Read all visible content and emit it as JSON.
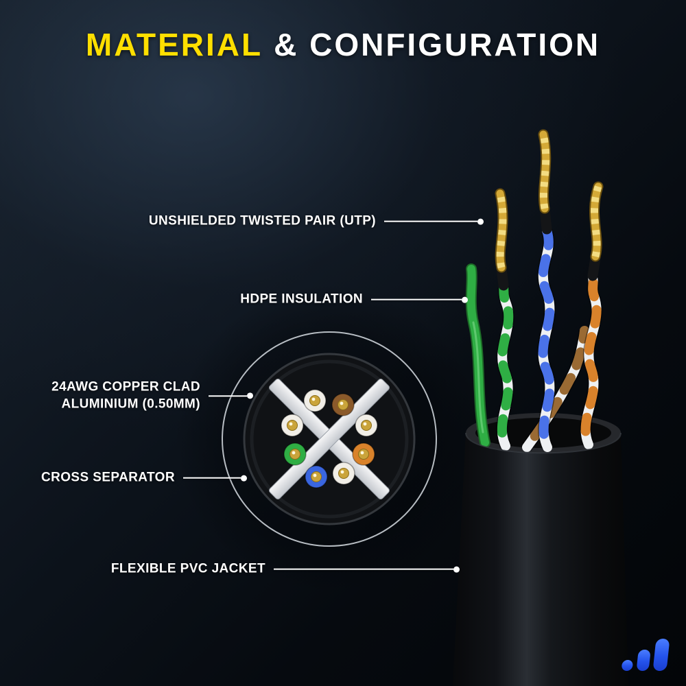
{
  "title": {
    "highlight": "MATERIAL",
    "rest": "& CONFIGURATION"
  },
  "callouts": [
    {
      "label": "UNSHIELDED TWISTED PAIR (UTP)"
    },
    {
      "label": "HDPE INSULATION"
    },
    {
      "label_line1": "24AWG COPPER CLAD",
      "label_line2": "ALUMINIUM (0.50MM)"
    },
    {
      "label": "CROSS SEPARATOR"
    },
    {
      "label": "FLEXIBLE PVC JACKET"
    }
  ],
  "colors": {
    "accent_yellow": "#FFDF00",
    "label_text": "#FFFFFF",
    "logo_blue": "#2B5CF0",
    "wire_green": "#2FAE44",
    "wire_blue": "#4A72E8",
    "wire_orange": "#D9822B",
    "wire_brown": "#9A6A33",
    "wire_white": "#EEF0F2",
    "copper_gold": "#D4A937",
    "jacket_black": "#121418"
  },
  "logo": {
    "icon": "three-bars-signal-logo"
  }
}
